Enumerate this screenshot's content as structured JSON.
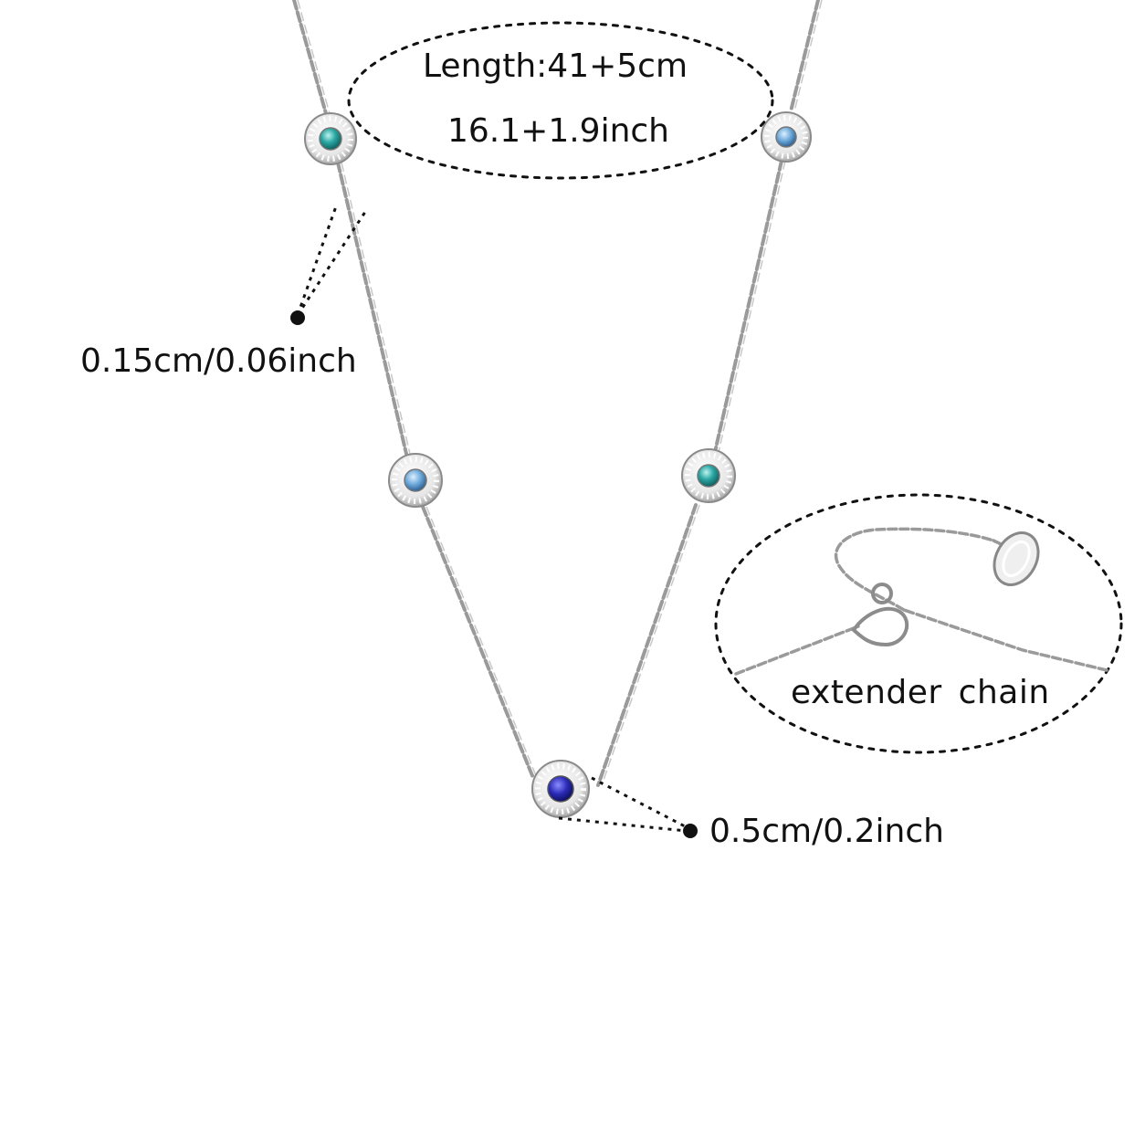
{
  "annotations": {
    "length_metric": "Length:41+5cm",
    "length_imperial": "16.1+1.9inch",
    "chain_width": "0.15cm/0.06inch",
    "charm_diameter": "0.5cm/0.2inch",
    "extender": "extender  chain"
  },
  "colors": {
    "background": "#ffffff",
    "text": "#111111",
    "chain": "#9a9a9a",
    "gem_teal": "#2aa7a3",
    "gem_light_blue": "#6aa7d8",
    "gem_royal_blue": "#2a2ab8"
  },
  "icons": {
    "necklace": "necklace-illustration",
    "extender": "extender-chain-illustration"
  }
}
